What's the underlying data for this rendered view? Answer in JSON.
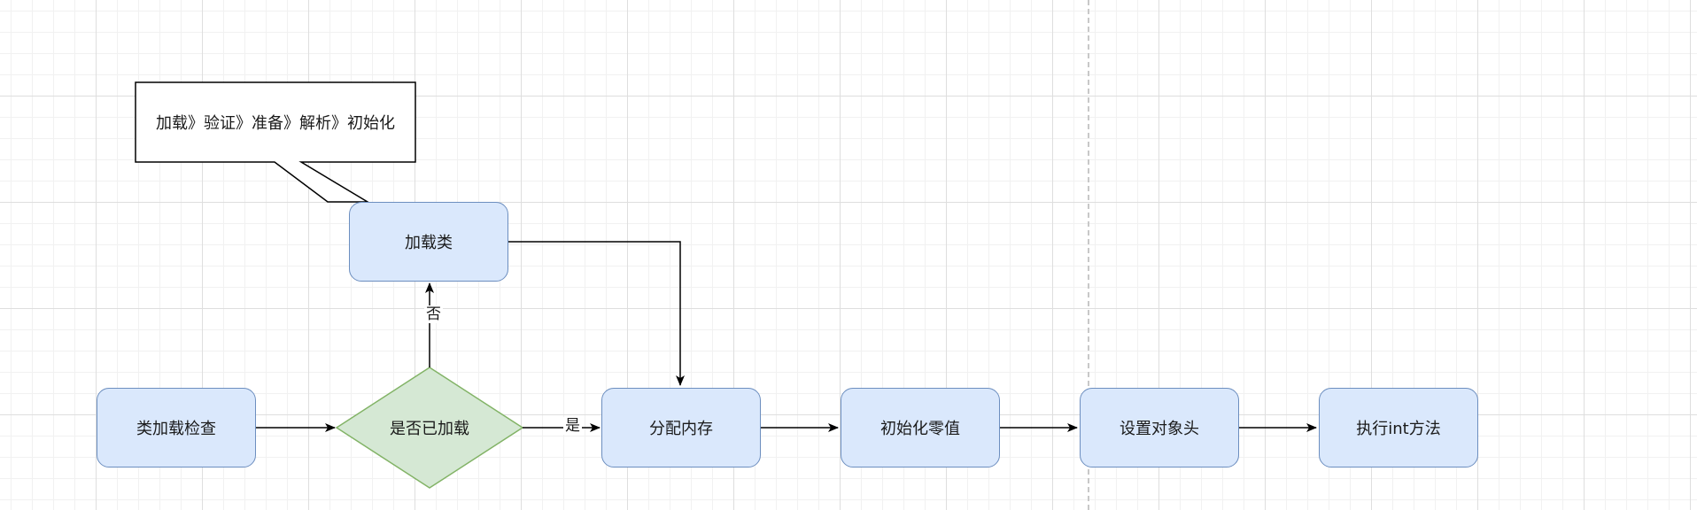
{
  "nodes": {
    "class_load_check": "类加载检查",
    "is_loaded": "是否已加载",
    "load_class": "加载类",
    "allocate_memory": "分配内存",
    "init_zero": "初始化零值",
    "set_object_header": "设置对象头",
    "exec_init": "执行int方法"
  },
  "callout": {
    "text": "加载》验证》准备》解析》初始化"
  },
  "edges": {
    "yes_label": "是",
    "no_label": "否"
  },
  "colors": {
    "process_fill": "#dae8fc",
    "process_stroke": "#6c8ebf",
    "decision_fill": "#d5e8d4",
    "decision_stroke": "#82b366",
    "line": "#000000"
  }
}
